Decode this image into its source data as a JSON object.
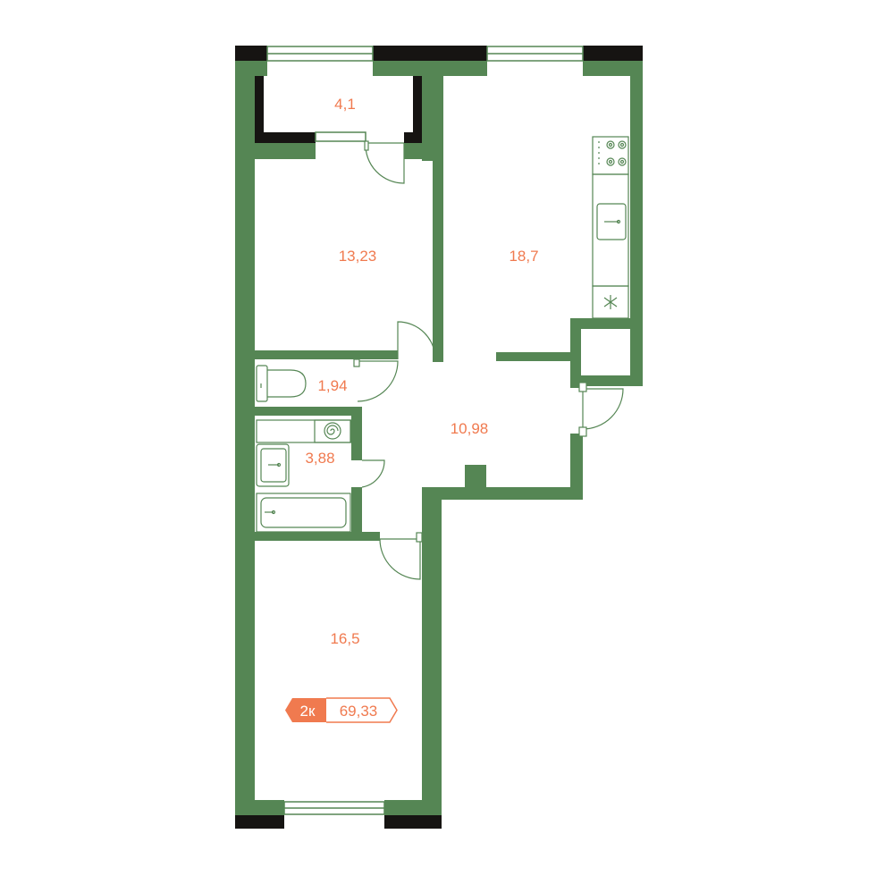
{
  "colors": {
    "wall": "#558654",
    "dark_wall": "#161412",
    "label": "#F07A4F",
    "fixture": "#558654",
    "badge_fill": "#F07A4F",
    "badge_text_light": "#ffffff"
  },
  "rooms": [
    {
      "id": "balcony",
      "area": "4,1"
    },
    {
      "id": "bedroom",
      "area": "13,23"
    },
    {
      "id": "kitchen-living",
      "area": "18,7"
    },
    {
      "id": "toilet",
      "area": "1,94"
    },
    {
      "id": "hall",
      "area": "10,98"
    },
    {
      "id": "bathroom",
      "area": "3,88"
    },
    {
      "id": "room",
      "area": "16,5"
    }
  ],
  "badge": {
    "type": "2к",
    "total": "69,33"
  },
  "icons": [
    "stove-icon",
    "kitchen-sink-icon",
    "fridge-icon",
    "toilet-icon",
    "boiler-icon",
    "washbasin-icon",
    "bathtub-icon",
    "door-icon",
    "window-icon"
  ]
}
